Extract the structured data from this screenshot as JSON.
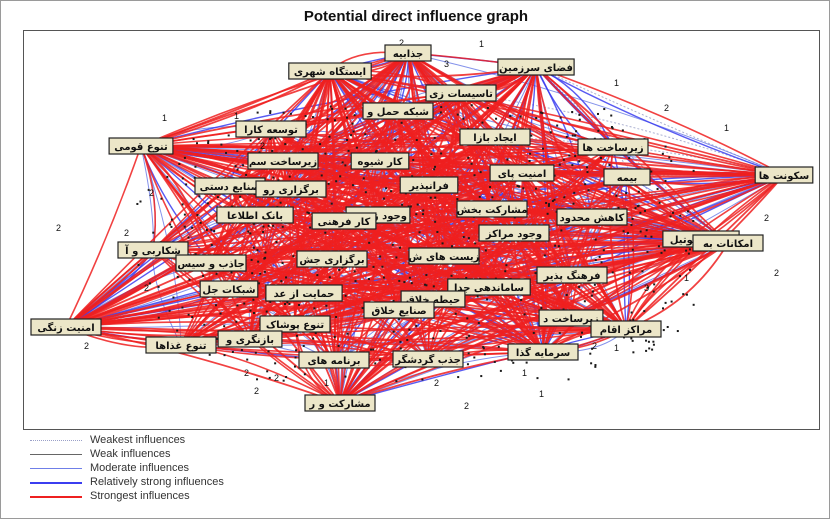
{
  "title": "Potential direct influence graph",
  "legend": [
    {
      "label": "Weakest influences",
      "color": "#9aa0c8",
      "style": "dotted"
    },
    {
      "label": "Weak influences",
      "color": "#666666",
      "style": "solid"
    },
    {
      "label": "Moderate influences",
      "color": "#6f7fe8",
      "style": "solid"
    },
    {
      "label": "Relatively strong influences",
      "color": "#3b3df0",
      "style": "solid-thick"
    },
    {
      "label": "Strongest influences",
      "color": "#ee2020",
      "style": "solid-thick"
    }
  ],
  "colors": {
    "node_fill": "#ece6c8",
    "node_border": "#222222",
    "strong": "#ee2020",
    "relatively_strong": "#3b3df0",
    "moderate": "#6f7fe8",
    "weak": "#666666",
    "weakest": "#9aa0c8"
  },
  "nodes": [
    {
      "id": "n1",
      "label": "جذابیه"
    },
    {
      "id": "n2",
      "label": "فضای سرزمین"
    },
    {
      "id": "n3",
      "label": "ایستگاه شهری"
    },
    {
      "id": "n4",
      "label": "تاسیسات زی"
    },
    {
      "id": "n5",
      "label": "شبکه حمل و"
    },
    {
      "id": "n6",
      "label": "توسعه کارا"
    },
    {
      "id": "n7",
      "label": "ایجاد بازا"
    },
    {
      "id": "n8",
      "label": "زیرساخت ها"
    },
    {
      "id": "n9",
      "label": "تنوع قومی"
    },
    {
      "id": "n10",
      "label": "زیرساخت سم"
    },
    {
      "id": "n11",
      "label": "کار شیوه"
    },
    {
      "id": "n12",
      "label": "امنیت پای"
    },
    {
      "id": "n13",
      "label": "بیمه"
    },
    {
      "id": "n14",
      "label": "سکونت ها"
    },
    {
      "id": "n15",
      "label": "صنایع دستی"
    },
    {
      "id": "n16",
      "label": "برگزاری رو"
    },
    {
      "id": "n17",
      "label": "فرانپذیر"
    },
    {
      "id": "n18",
      "label": "مشارکت بخش"
    },
    {
      "id": "n19",
      "label": "کاهش محدود"
    },
    {
      "id": "n20",
      "label": "بانک اطلاعا"
    },
    {
      "id": "n21",
      "label": "وجود زیرس"
    },
    {
      "id": "n22",
      "label": "کار فرهنی"
    },
    {
      "id": "n23",
      "label": "وجود مراکز"
    },
    {
      "id": "n24",
      "label": "تناسب بوتیل"
    },
    {
      "id": "n25",
      "label": "امکانات به"
    },
    {
      "id": "n26",
      "label": "شکاربی و آ"
    },
    {
      "id": "n27",
      "label": "زیست های ش"
    },
    {
      "id": "n28",
      "label": "جاذب و سیس"
    },
    {
      "id": "n29",
      "label": "برگزاری جش"
    },
    {
      "id": "n30",
      "label": "فرهنگ پذیر"
    },
    {
      "id": "n31",
      "label": "شبکات جل"
    },
    {
      "id": "n32",
      "label": "حمایت از عد"
    },
    {
      "id": "n33",
      "label": "ساماندهی جدا"
    },
    {
      "id": "n34",
      "label": "حیطه خلاق"
    },
    {
      "id": "n35",
      "label": "زیرساخت د"
    },
    {
      "id": "n36",
      "label": "صنایع خلاق"
    },
    {
      "id": "n37",
      "label": "امنیت زنگی"
    },
    {
      "id": "n38",
      "label": "تنوع پوشاک"
    },
    {
      "id": "n39",
      "label": "مراکز اقام"
    },
    {
      "id": "n40",
      "label": "بازنگری و"
    },
    {
      "id": "n41",
      "label": "تنوع غذاها"
    },
    {
      "id": "n42",
      "label": "برنامه های"
    },
    {
      "id": "n43",
      "label": "جذب گردشگر"
    },
    {
      "id": "n44",
      "label": "سرمایه گذا"
    },
    {
      "id": "n45",
      "label": "مشارکت و ر"
    }
  ],
  "edge_weight_labels": [
    "1",
    "2",
    "3"
  ]
}
